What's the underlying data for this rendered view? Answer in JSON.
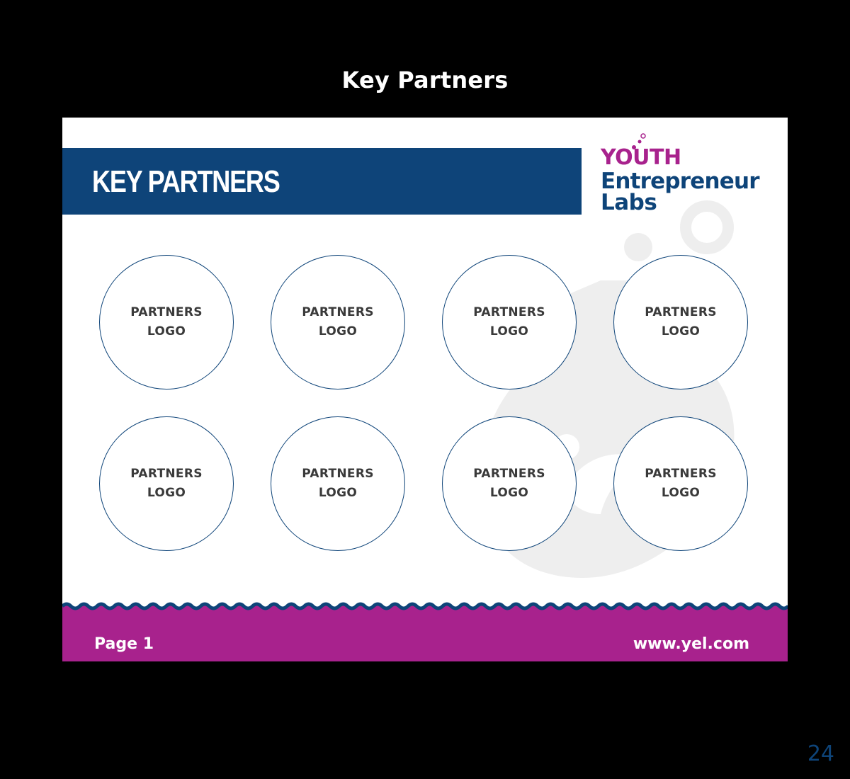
{
  "page": {
    "heading": "Key Partners",
    "page_number": "24"
  },
  "slide": {
    "title": "KEY PARTNERS",
    "brand": {
      "line1": "YOUTH",
      "line2": "Entrepreneur",
      "line3": "Labs"
    },
    "partners": [
      {
        "line1": "PARTNERS",
        "line2": "LOGO"
      },
      {
        "line1": "PARTNERS",
        "line2": "LOGO"
      },
      {
        "line1": "PARTNERS",
        "line2": "LOGO"
      },
      {
        "line1": "PARTNERS",
        "line2": "LOGO"
      },
      {
        "line1": "PARTNERS",
        "line2": "LOGO"
      },
      {
        "line1": "PARTNERS",
        "line2": "LOGO"
      },
      {
        "line1": "PARTNERS",
        "line2": "LOGO"
      },
      {
        "line1": "PARTNERS",
        "line2": "LOGO"
      }
    ],
    "footer": {
      "page_label": "Page 1",
      "url": "www.yel.com"
    }
  },
  "colors": {
    "navy": "#0e4479",
    "magenta": "#a8228d",
    "background": "#000000",
    "slide": "#ffffff"
  },
  "icons": [
    "flask-bubbles-icon",
    "flask-watermark-icon",
    "wave-divider"
  ]
}
